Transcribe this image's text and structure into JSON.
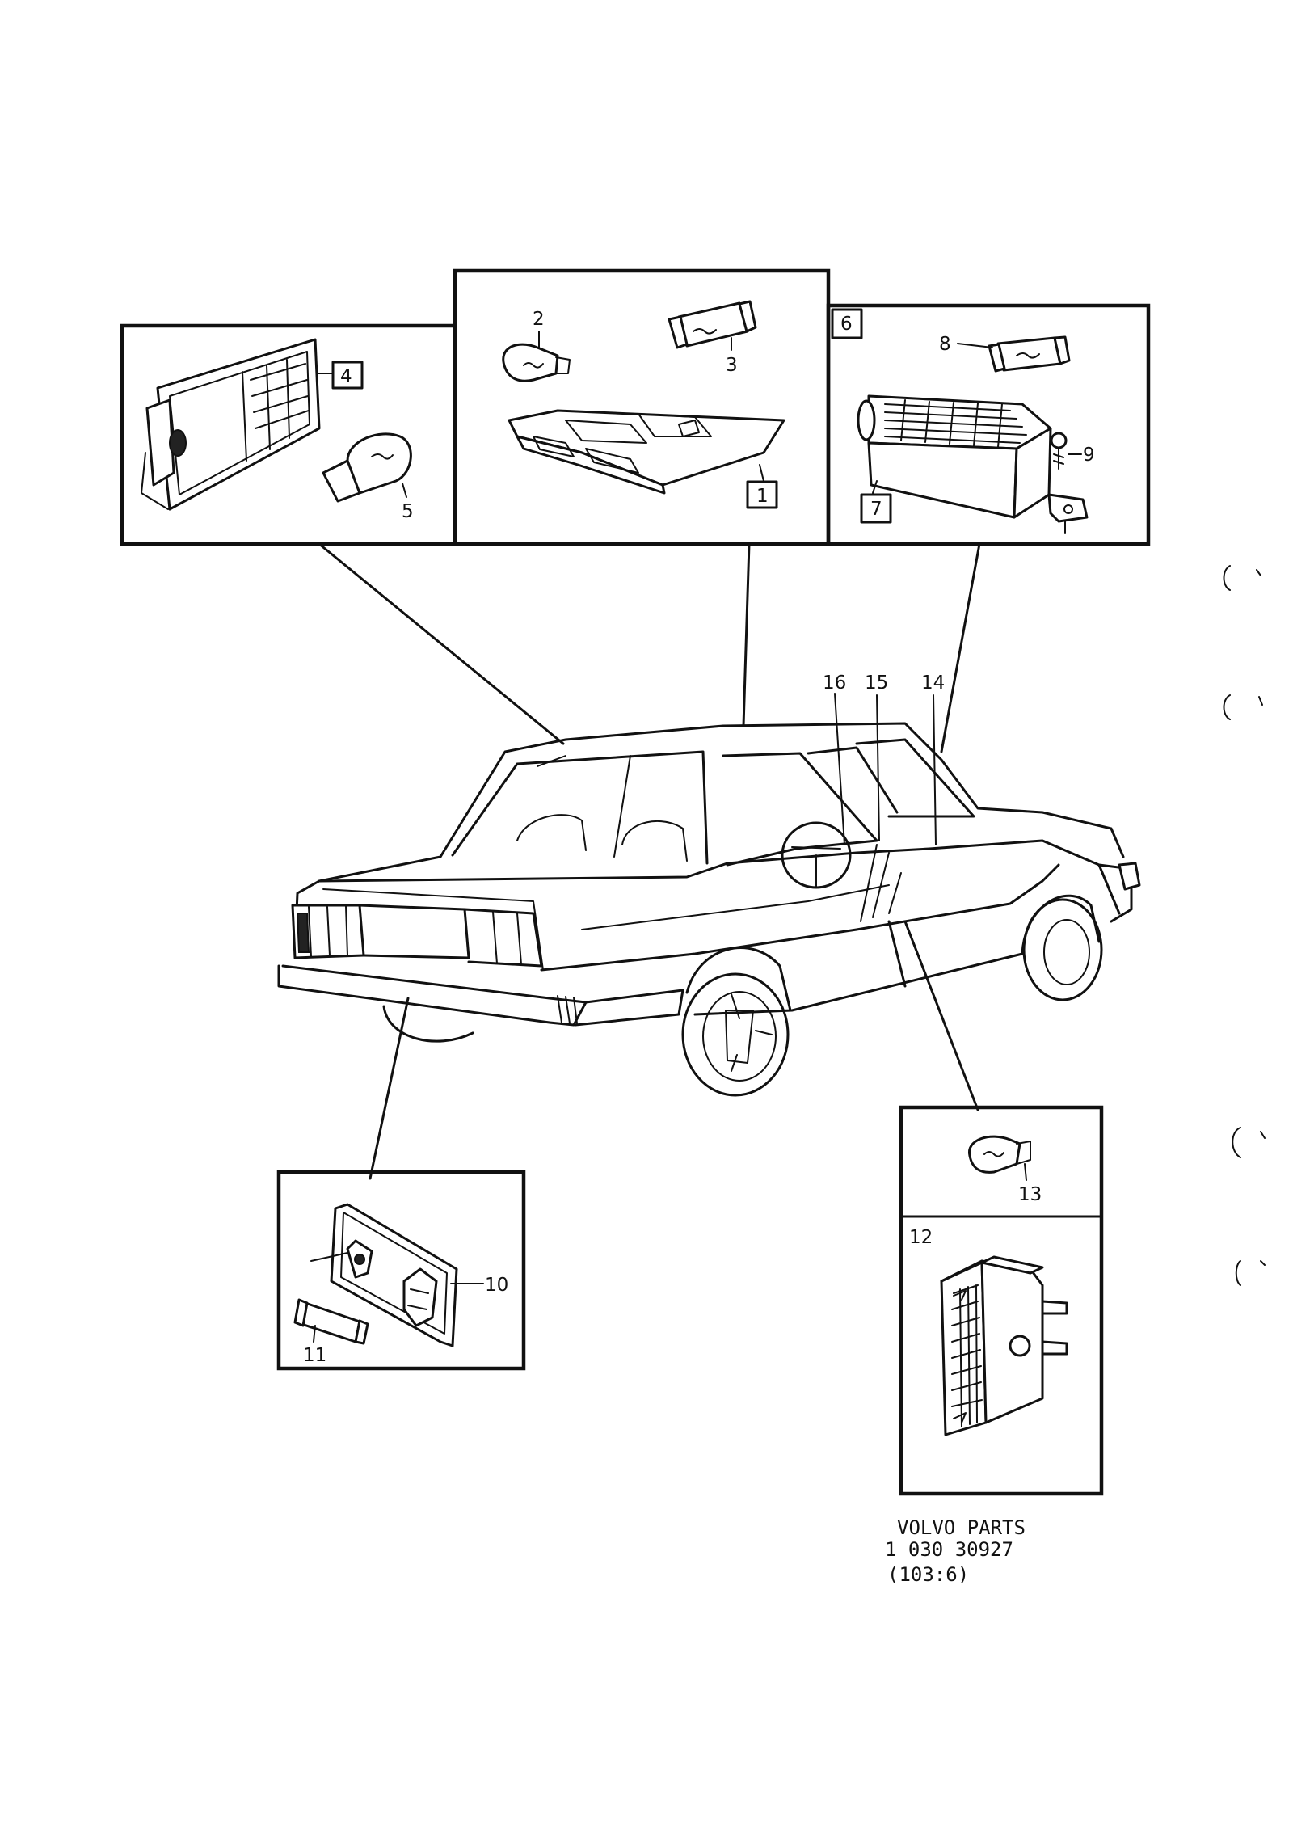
{
  "parts": {
    "p1": "1",
    "p2": "2",
    "p3": "3",
    "p4": "4",
    "p5": "5",
    "p6": "6",
    "p7": "7",
    "p8": "8",
    "p9": "9",
    "p10": "10",
    "p11": "11",
    "p12": "12",
    "p13": "13",
    "p14": "14",
    "p15": "15",
    "p16": "16"
  },
  "footer": {
    "brand": "VOLVO  PARTS",
    "number": "1  030  30927",
    "ref": "(103:6)"
  }
}
